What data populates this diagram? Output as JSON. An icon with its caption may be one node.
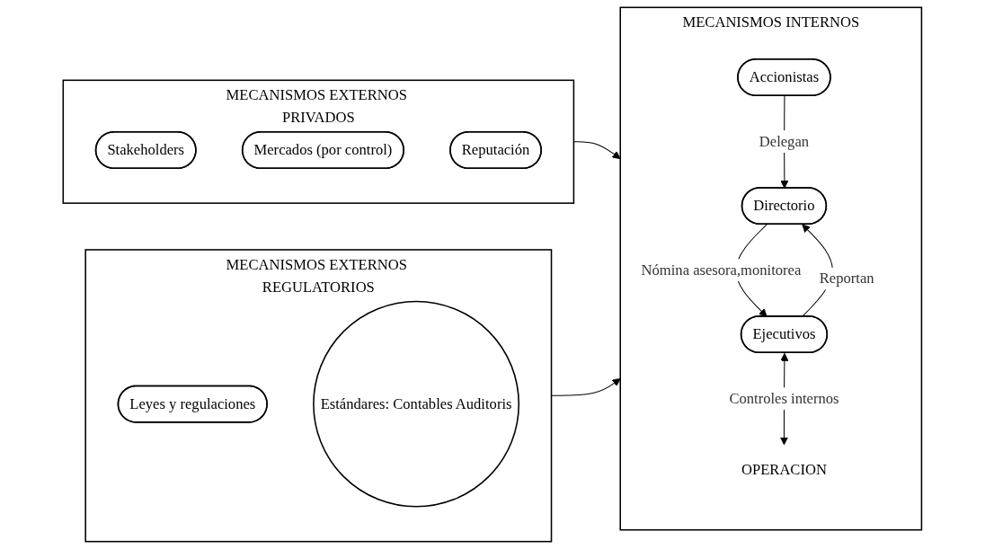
{
  "diagram": {
    "nodes": [
      {
        "text": [
          "MECANISMOS EXTERNOS PRIVADOS"
        ]
      },
      {
        "text": [
          "Stakeholders"
        ],
        "in": 0
      },
      {
        "text": [
          "Mercados (por control)"
        ],
        "in": 0
      },
      {
        "text": [
          "Reputación"
        ],
        "in": 0
      },
      {
        "text": [
          "MECANISMOS INTERNOS"
        ]
      },
      {
        "text": [
          "Accionistas"
        ],
        "in": 4
      },
      {
        "text": [
          "Directorio"
        ],
        "in": 4
      },
      {
        "text": [
          "Ejecutivos"
        ],
        "in": 4
      },
      {
        "text": [
          "OPERACION"
        ],
        "in": 4
      },
      {
        "text": [
          "MECANISMOS EXTERNOS REGULATORIOS"
        ]
      },
      {
        "text": [
          "Leyes y regulaciones"
        ],
        "in": 9
      },
      {
        "text": [
          "Estándares: Contables Auditoris"
        ],
        "in": 9
      }
    ],
    "edges": [
      {
        "from": 0,
        "to": 4,
        "arrow": "to"
      },
      {
        "from": 9,
        "to": 4,
        "arrow": "to"
      },
      {
        "from": 5,
        "to": 6,
        "arrow": "to",
        "label": "Delegan"
      },
      {
        "from": 7,
        "to": 6,
        "arrow": "to",
        "label": "Reportan"
      },
      {
        "from": 6,
        "to": 7,
        "arrow": "to",
        "label": "Nómina asesora,monitorea"
      },
      {
        "from": 7,
        "to": 8,
        "arrow": "both",
        "label": "Controles internos"
      }
    ]
  }
}
